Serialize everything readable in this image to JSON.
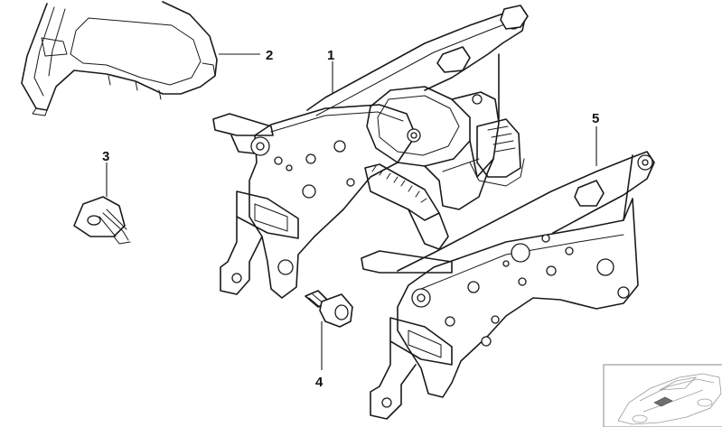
{
  "diagram": {
    "callouts": [
      {
        "id": "1",
        "label": "1"
      },
      {
        "id": "2",
        "label": "2"
      },
      {
        "id": "3",
        "label": "3"
      },
      {
        "id": "4",
        "label": "4"
      },
      {
        "id": "5",
        "label": "5"
      }
    ]
  },
  "colors": {
    "line": "#1a1a1a",
    "background": "#ffffff",
    "thumbnail_frame": "#8a8a8a",
    "thumbnail_highlight": "#6f6f6f"
  }
}
